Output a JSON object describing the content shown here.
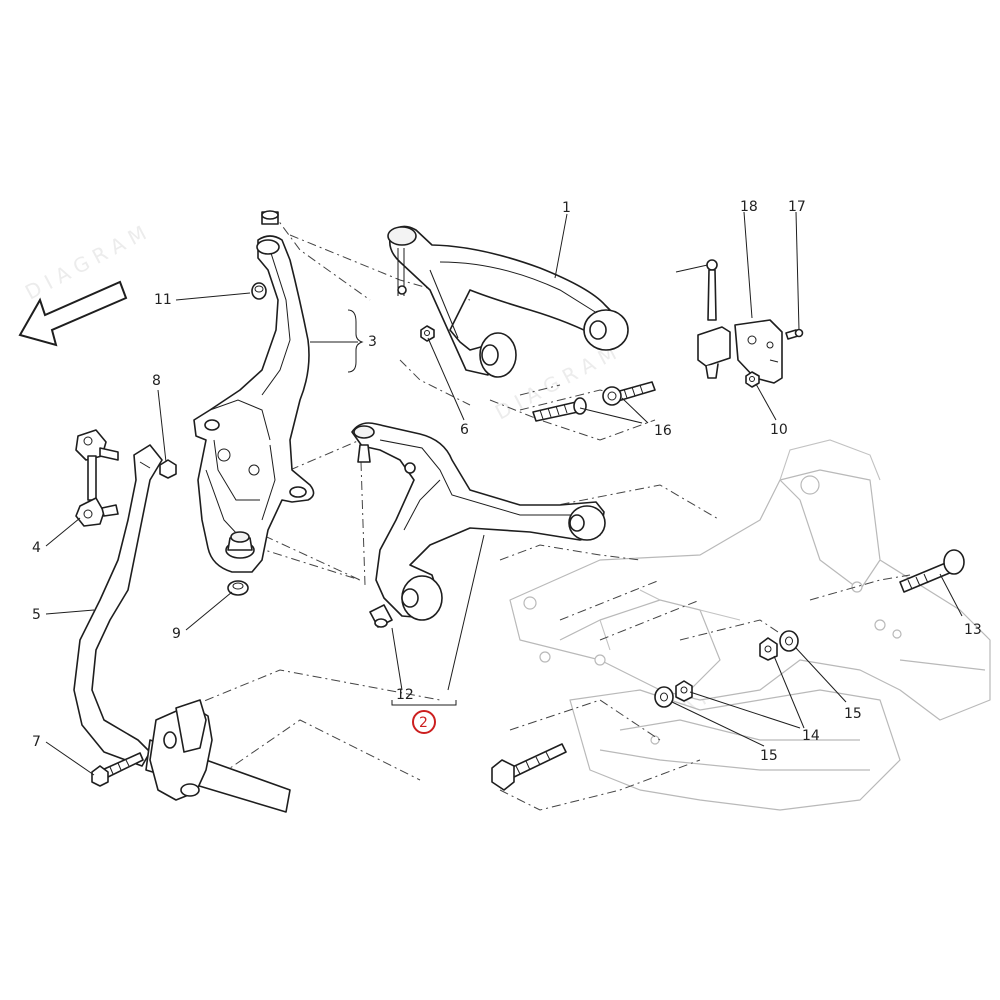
{
  "callouts": {
    "n1": "1",
    "n2": "2",
    "n3": "3",
    "n4": "4",
    "n5": "5",
    "n6": "6",
    "n7": "7",
    "n8": "8",
    "n9": "9",
    "n10": "10",
    "n11": "11",
    "n12": "12",
    "n13": "13",
    "n14": "14",
    "n15a": "15",
    "n15b": "15",
    "n16": "16",
    "n17": "17",
    "n18": "18"
  },
  "highlight": {
    "color": "#cc1f1f",
    "callout": "2"
  }
}
